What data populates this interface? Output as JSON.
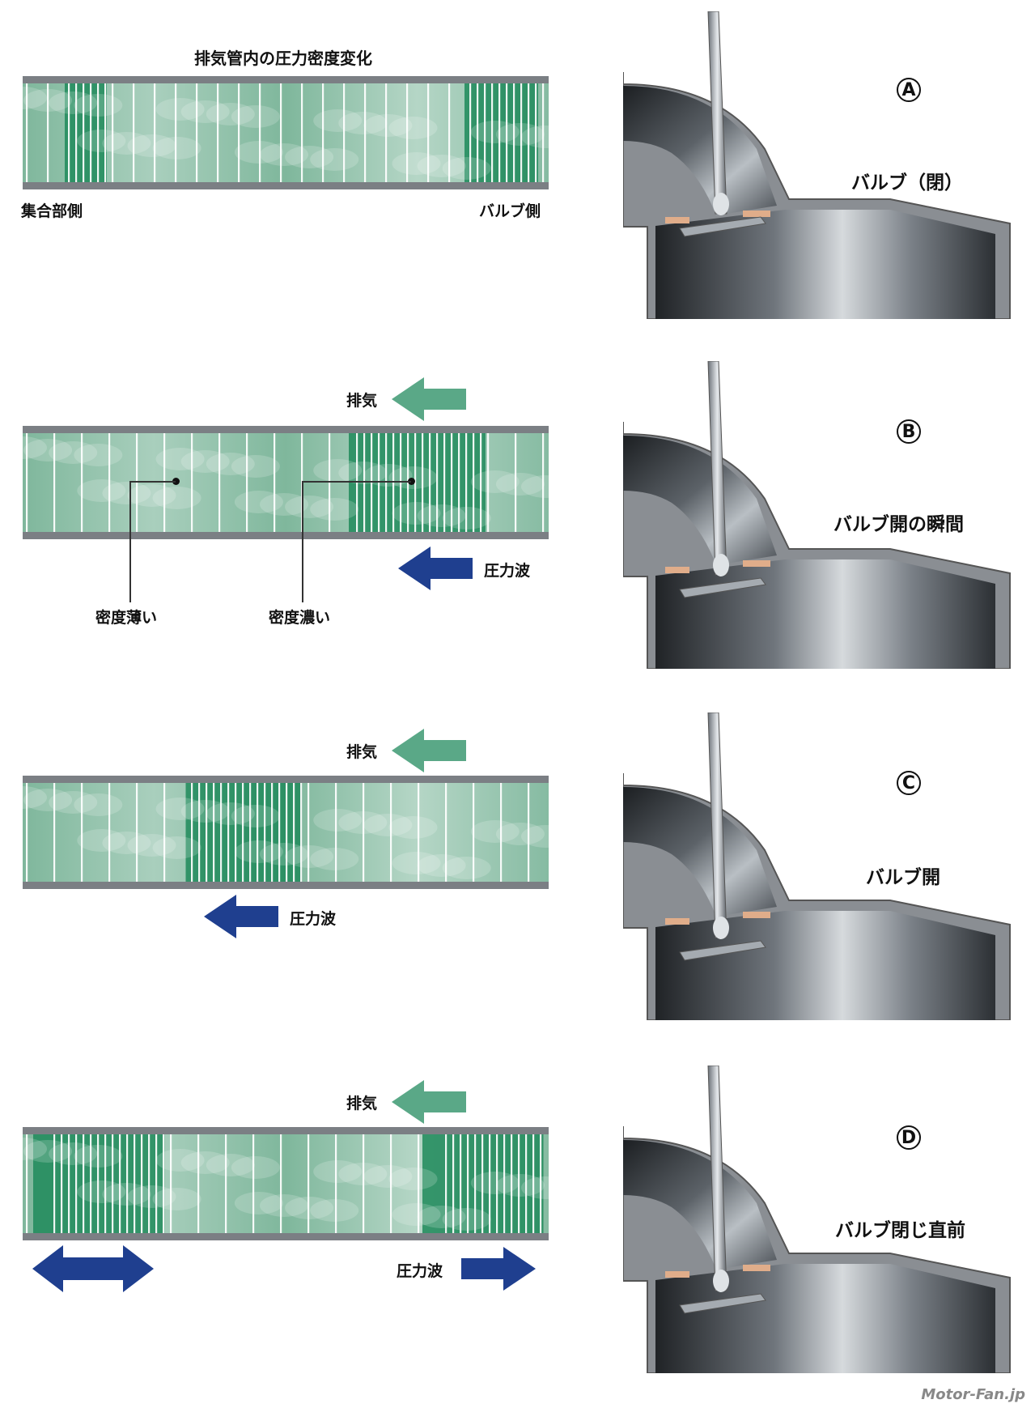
{
  "title": "排気管内の圧力密度変化",
  "pipe_end_labels": {
    "left": "集合部側",
    "right": "バルブ側"
  },
  "panels": [
    {
      "id": "A",
      "letter": "Ⓐ",
      "valve_state": "バルブ（閉）"
    },
    {
      "id": "B",
      "letter": "Ⓑ",
      "valve_state": "バルブ開の瞬間"
    },
    {
      "id": "C",
      "letter": "Ⓒ",
      "valve_state": "バルブ開"
    },
    {
      "id": "D",
      "letter": "Ⓓ",
      "valve_state": "バルブ閉じ直前"
    }
  ],
  "flow_labels": {
    "exhaust": "排気",
    "pressure_wave": "圧力波"
  },
  "density_labels": {
    "thin": "密度薄い",
    "dense": "密度濃い"
  },
  "watermark": "Motor-Fan.jp",
  "colors": {
    "green_arrow": "#5aa887",
    "blue_arrow": "#1f3f8f",
    "pipe_wall": "#7b7f84",
    "gas_light": "#d7e9df",
    "gas_dense": "#1f8a5a",
    "metal_dark": "#3c4046",
    "metal_light": "#c9ced3"
  }
}
